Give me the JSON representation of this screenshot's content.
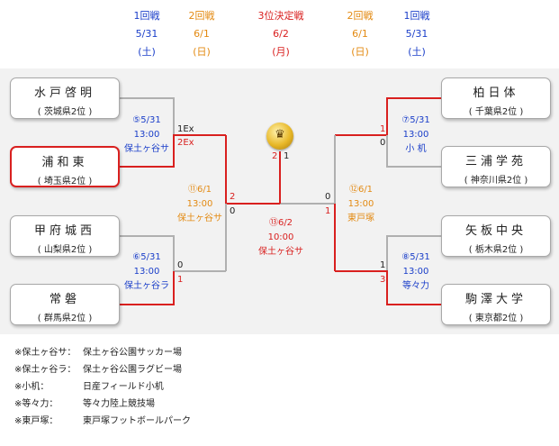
{
  "header": [
    {
      "round": "1回戦",
      "date": "5/31",
      "day": "(土)"
    },
    {
      "round": "2回戦",
      "date": "6/1",
      "day": "(日)"
    },
    {
      "round": "3位決定戦",
      "date": "6/2",
      "day": "(月)"
    },
    {
      "round": "2回戦",
      "date": "6/1",
      "day": "(日)"
    },
    {
      "round": "1回戦",
      "date": "5/31",
      "day": "(土)"
    }
  ],
  "teams": {
    "mito": {
      "name": "水戸啓明",
      "pref": "( 茨城県2位 )"
    },
    "urawa": {
      "name": "浦和東",
      "pref": "( 埼玉県2位 )"
    },
    "kofu": {
      "name": "甲府城西",
      "pref": "( 山梨県2位 )"
    },
    "joban": {
      "name": "常磐",
      "pref": "( 群馬県2位 )"
    },
    "kashiwa": {
      "name": "柏日体",
      "pref": "( 千葉県2位 )"
    },
    "miura": {
      "name": "三浦学苑",
      "pref": "( 神奈川県2位 )"
    },
    "yaita": {
      "name": "矢板中央",
      "pref": "( 栃木県2位 )"
    },
    "komazawa": {
      "name": "駒澤大学",
      "pref": "( 東京都2位 )"
    }
  },
  "matches": {
    "m5": {
      "label": "⑤5/31",
      "time": "13:00",
      "venue": "保土ヶ谷サ"
    },
    "m6": {
      "label": "⑥5/31",
      "time": "13:00",
      "venue": "保土ヶ谷ラ"
    },
    "m7": {
      "label": "⑦5/31",
      "time": "13:00",
      "venue": "小 机"
    },
    "m8": {
      "label": "⑧5/31",
      "time": "13:00",
      "venue": "等々力"
    },
    "m11": {
      "label": "⑪6/1",
      "time": "13:00",
      "venue": "保土ヶ谷サ"
    },
    "m12": {
      "label": "⑫6/1",
      "time": "13:00",
      "venue": "東戸塚"
    },
    "m13": {
      "label": "⑬6/2",
      "time": "10:00",
      "venue": "保土ヶ谷サ"
    }
  },
  "scores": {
    "mito": "1Ex",
    "urawa": "2Ex",
    "kofu": "0",
    "joban": "1",
    "kashiwa": "1",
    "miura": "0",
    "yaita": "1",
    "komazawa": "3",
    "m11_top": "2",
    "m11_bot": "0",
    "m12_top": "0",
    "m12_bot": "1",
    "final_left": "2",
    "final_right": "1"
  },
  "trophy_icon": "trophy-icon",
  "notes": [
    {
      "key": "※保土ヶ谷サ：",
      "value": "保土ヶ谷公園サッカー場"
    },
    {
      "key": "※保土ヶ谷ラ：",
      "value": "保土ヶ谷公園ラグビー場"
    },
    {
      "key": "※小机：",
      "value": "日産フィールド小机"
    },
    {
      "key": "※等々力：",
      "value": "等々力陸上競技場"
    },
    {
      "key": "※東戸塚：",
      "value": "東戸塚フットボールパーク"
    }
  ],
  "colors": {
    "winner": "#d9201f",
    "loser": "#b0b0b0",
    "blue": "#1a3ec9",
    "orange": "#e38a12",
    "panel": "#f2f2f2"
  }
}
